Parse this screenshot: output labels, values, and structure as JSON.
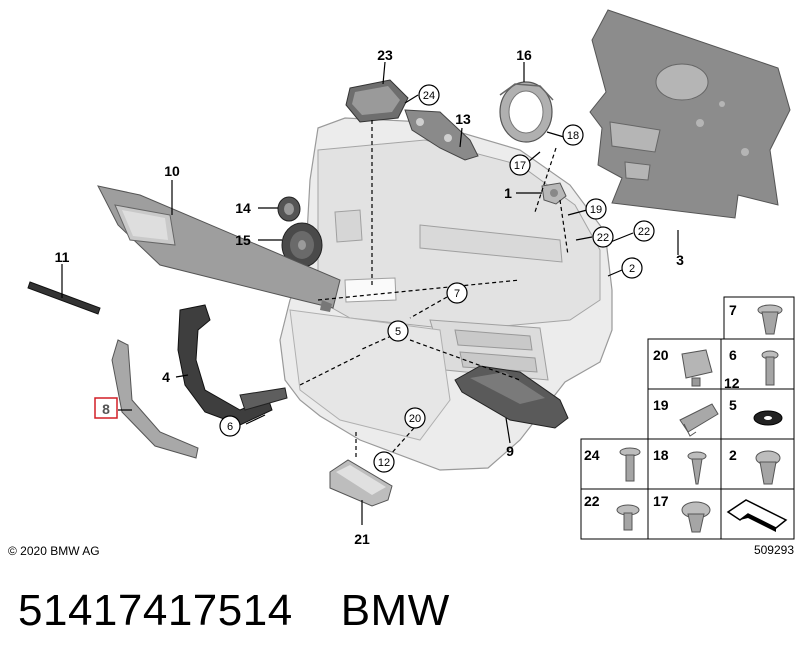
{
  "copyright": "© 2020 BMW AG",
  "diagram_number": "509293",
  "footer": {
    "part_number": "51417417514",
    "brand": "BMW"
  },
  "highlight_color": "#d21f26",
  "callouts": {
    "c1": "1",
    "c2": "2",
    "c3": "3",
    "c4": "4",
    "c5": "5",
    "c6": "6",
    "c7": "7",
    "c8": "8",
    "c9": "9",
    "c10": "10",
    "c11": "11",
    "c12": "12",
    "c13": "13",
    "c14": "14",
    "c15": "15",
    "c16": "16",
    "c17": "17",
    "c18": "18",
    "c19": "19",
    "c20": "20",
    "c21": "21",
    "c22a": "22",
    "c22b": "22",
    "c23": "23",
    "c24": "24"
  },
  "grid": {
    "g7": "7",
    "g20": "20",
    "g6": "6",
    "g12": "12",
    "g19": "19",
    "g5": "5",
    "g24": "24",
    "g18": "18",
    "g2": "2",
    "g22": "22",
    "g17": "17"
  }
}
